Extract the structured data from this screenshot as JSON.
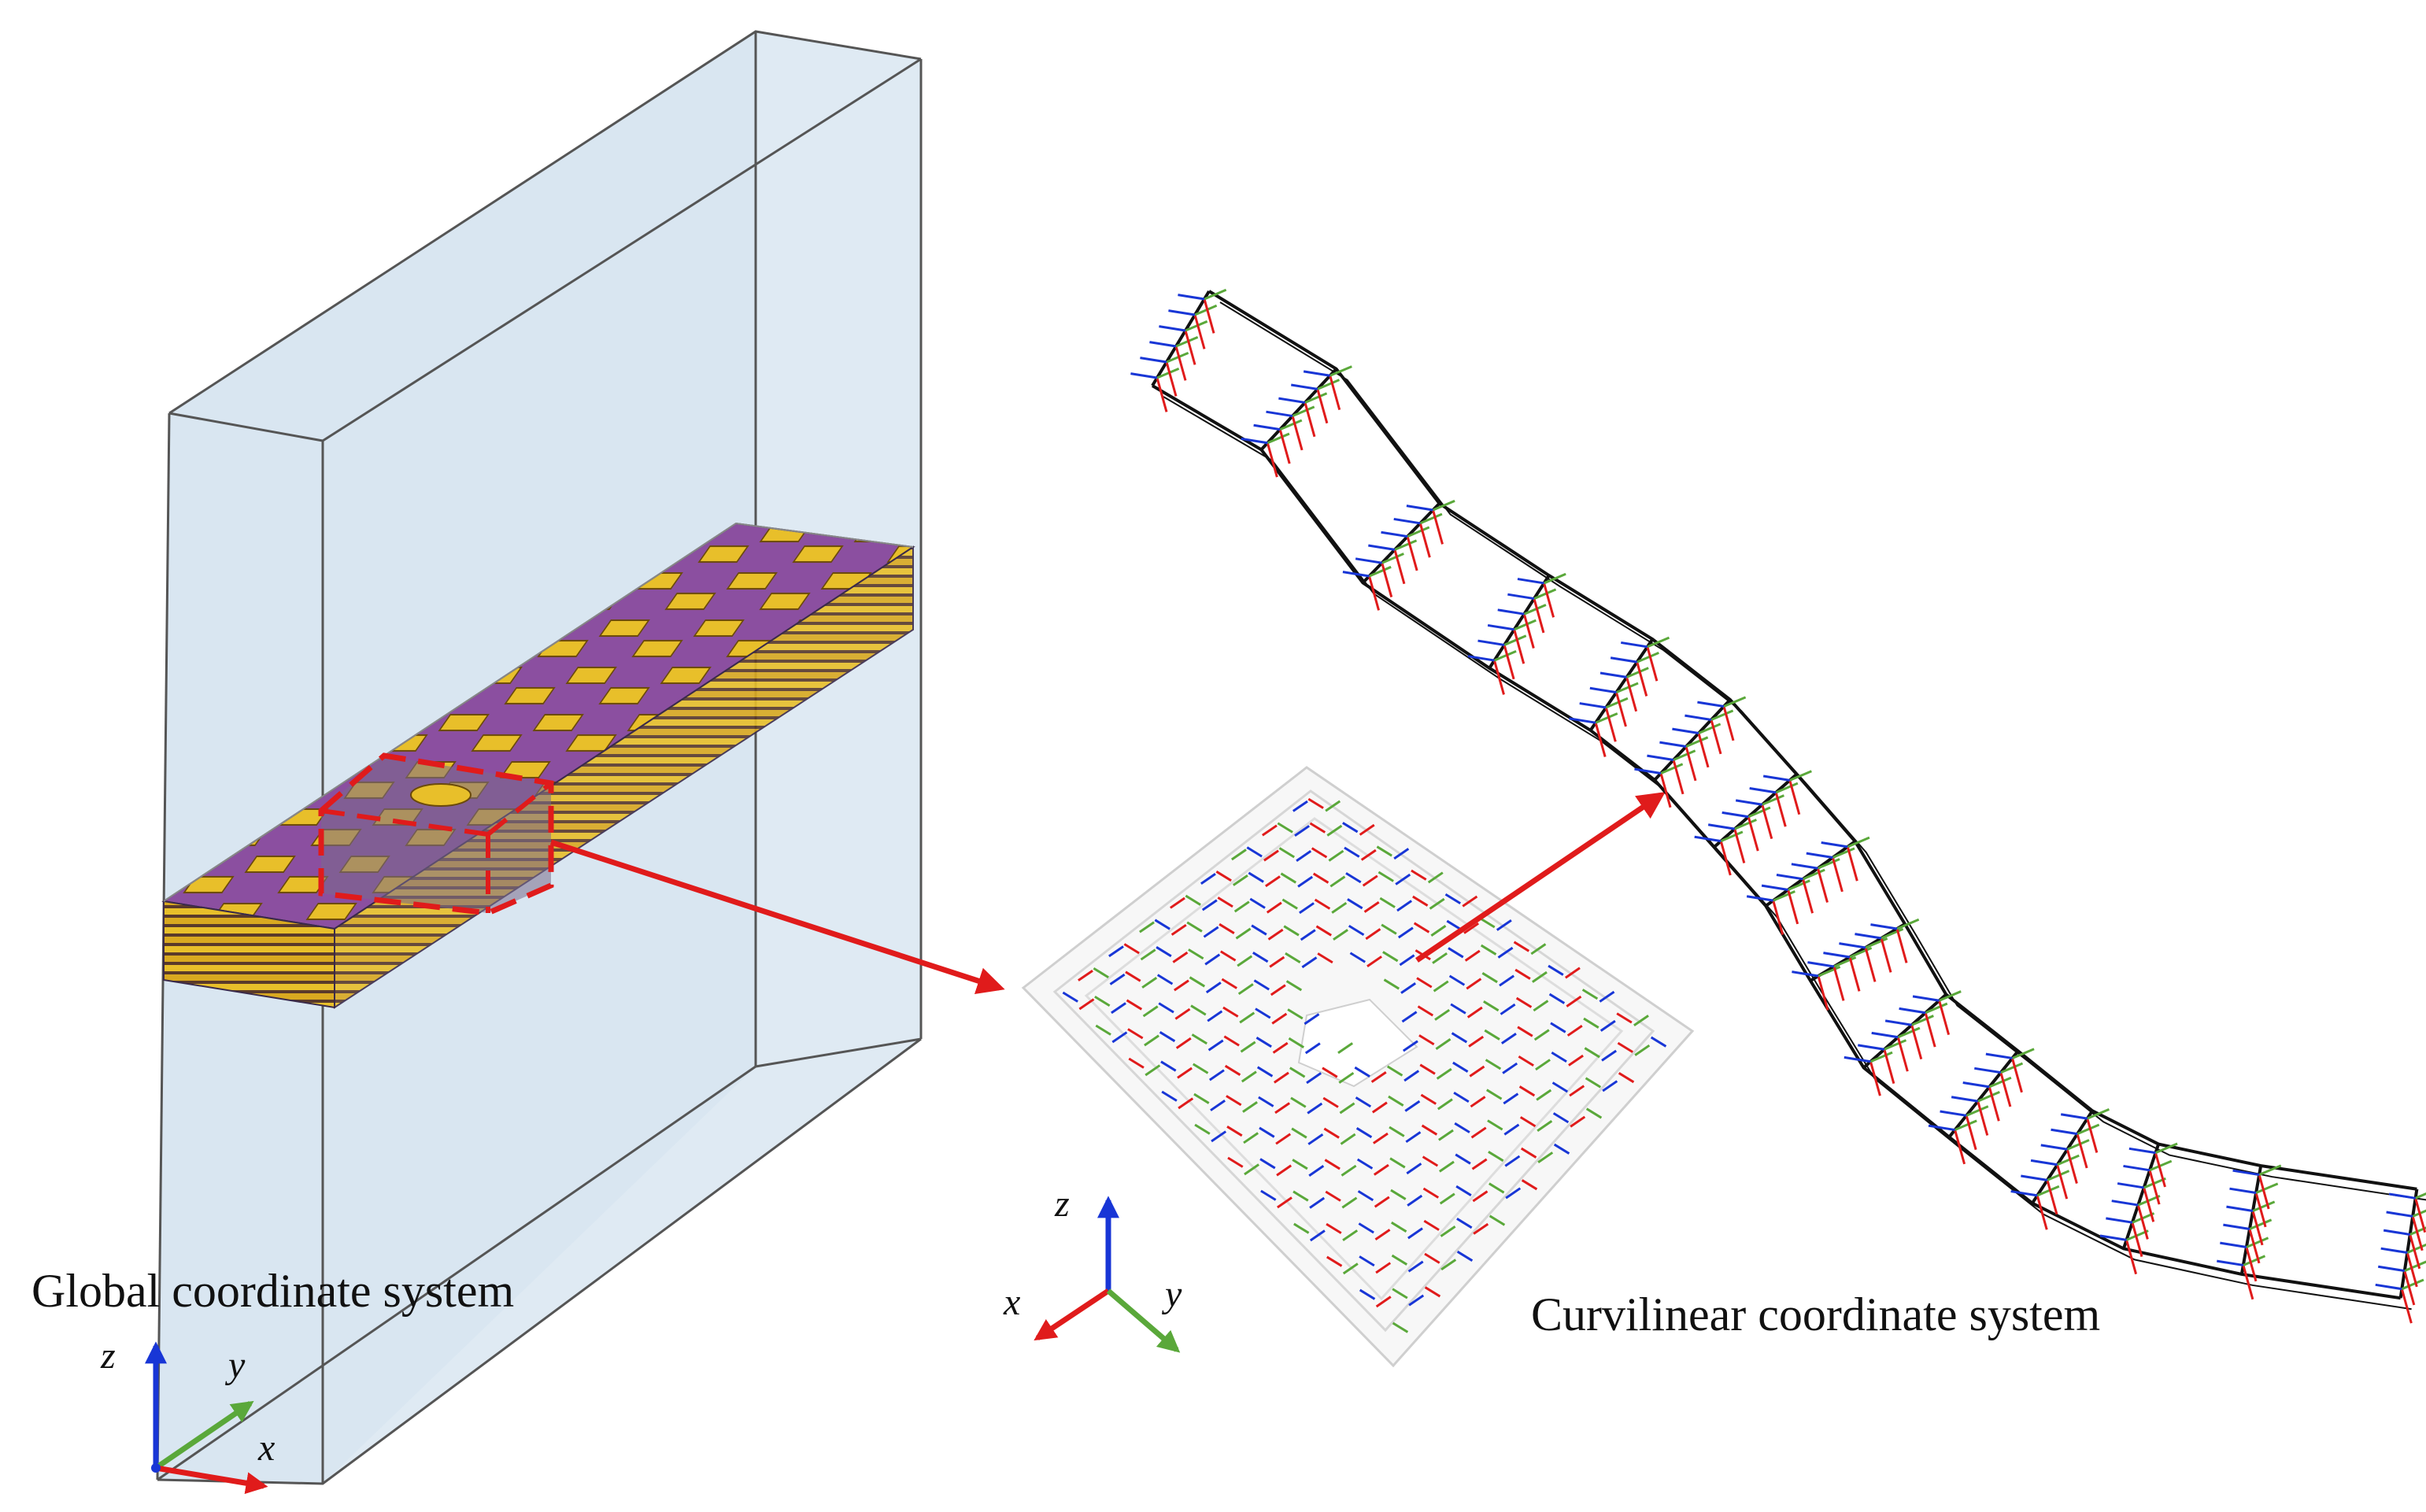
{
  "labels": {
    "global": "Global coordinate system",
    "curvilinear": "Curvilinear coordinate system"
  },
  "axes": {
    "z": "z",
    "y": "y",
    "x": "x"
  },
  "colors": {
    "box_face": "#dfeaf3",
    "box_edge": "#555555",
    "yarn_warp": "#e8bf2a",
    "yarn_weft": "#8b4fa0",
    "matrix": "#c9d7e2",
    "callout": "#e01b1b",
    "axis_x": "#e01b1b",
    "axis_y": "#5aa83a",
    "axis_z": "#1836d6",
    "wireframe": "#111111"
  }
}
